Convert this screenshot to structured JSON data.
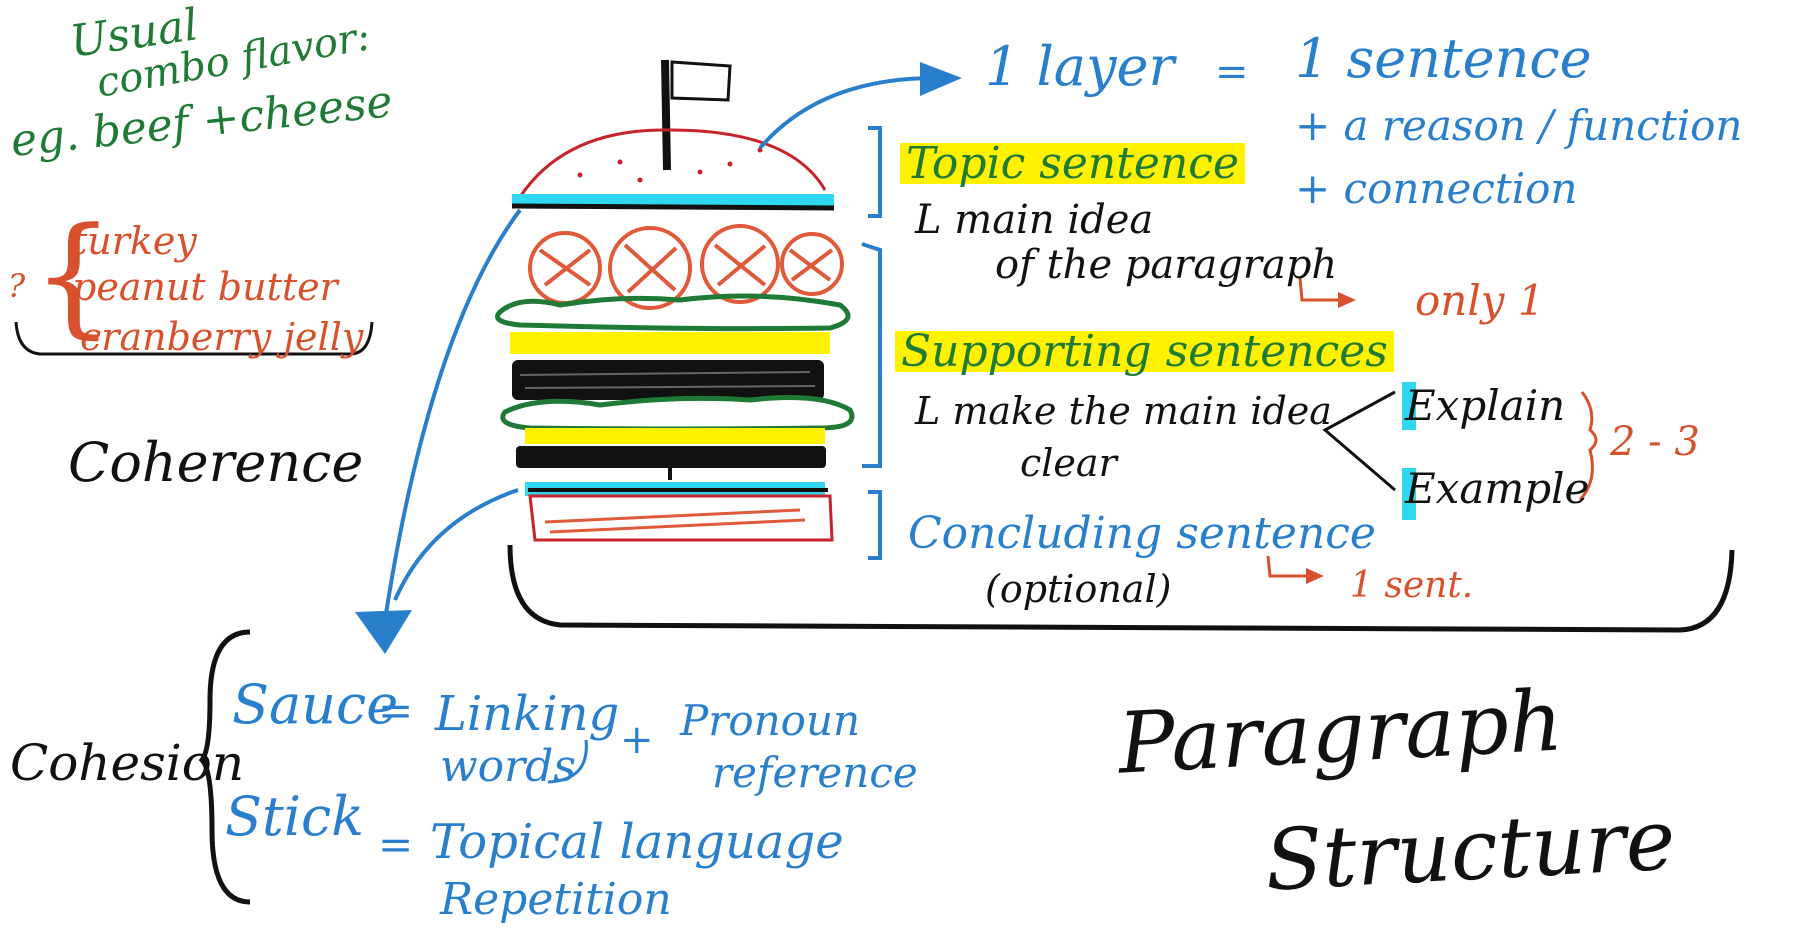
{
  "coherence": {
    "usual_line1": "Usual",
    "usual_line2": "combo flavor:",
    "example": "eg. beef +cheese",
    "question_mark": "?",
    "items": [
      "turkey",
      "peanut butter",
      "cranberry jelly"
    ],
    "label": "Coherence"
  },
  "burger_labels": {
    "topic": "Topic sentence",
    "topic_sub1": "L main idea",
    "topic_sub2": "of the paragraph",
    "only_one": "only 1",
    "supporting": "Supporting sentences",
    "supporting_sub1": "L make the main idea",
    "supporting_sub2": "clear",
    "explain": "Explain",
    "example": "Example",
    "two_three": "2 - 3",
    "concluding": "Concluding sentence",
    "optional": "(optional)",
    "one_sent": "1 sent."
  },
  "layer_rule": {
    "line1_left": "1 layer",
    "equals": "=",
    "line1_right": "1 sentence",
    "line2": "+ a reason / function",
    "line3": "+ connection"
  },
  "cohesion": {
    "label": "Cohesion",
    "sauce": "Sauce",
    "sauce_eq": "=",
    "linking": "Linking",
    "words": "words",
    "plus": "+",
    "pronoun": "Pronoun",
    "reference": "reference",
    "stick": "Stick",
    "stick_eq": "=",
    "topical": "Topical language",
    "repetition": "Repetition"
  },
  "title": {
    "line1": "Paragraph",
    "line2": "Structure"
  },
  "colors": {
    "blue": "#2a7fcc",
    "green": "#1e7a34",
    "red": "#d9512c",
    "yellow": "#fff200",
    "cyan": "#2fd8ee",
    "black": "#111111"
  }
}
